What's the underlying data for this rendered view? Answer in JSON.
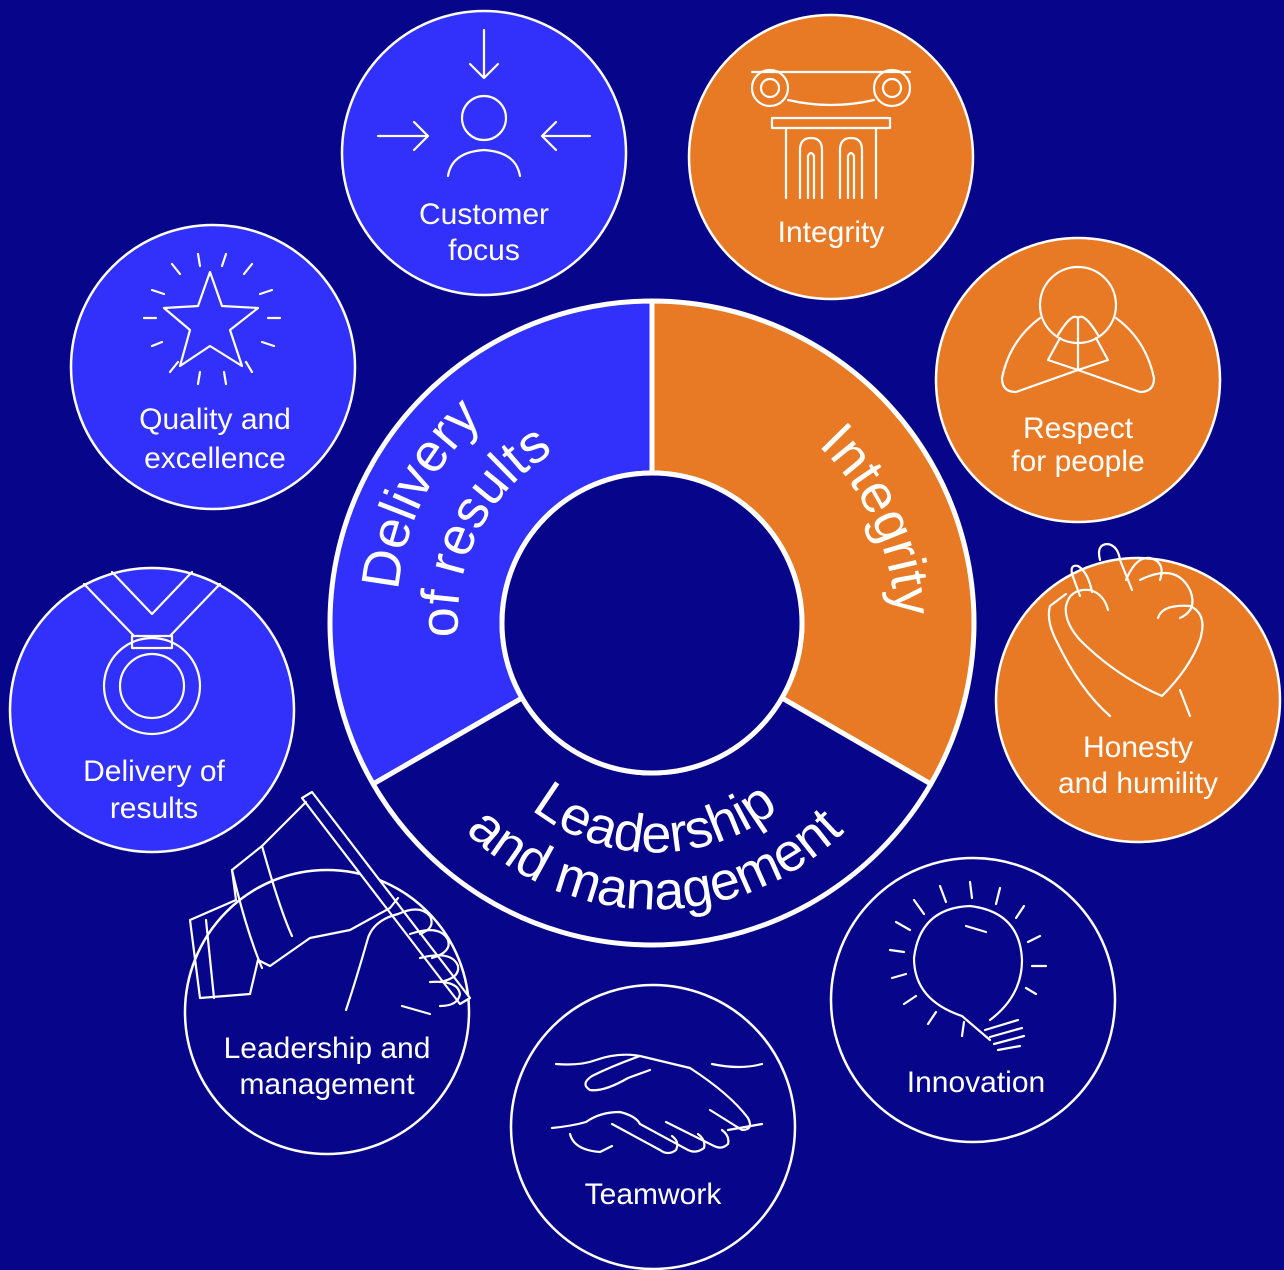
{
  "colors": {
    "background": "#07068a",
    "blue": "#3131fb",
    "orange": "#e87a25",
    "navy": "#07068a",
    "line": "#ffffff"
  },
  "wheel": {
    "segments": [
      {
        "lines": [
          "Delivery",
          "of results"
        ],
        "color": "blue"
      },
      {
        "lines": [
          "Integrity"
        ],
        "color": "orange"
      },
      {
        "lines": [
          "Leadership",
          "and management"
        ],
        "color": "navy"
      }
    ]
  },
  "values": [
    {
      "id": "customer-focus",
      "lines": [
        "Customer",
        "focus"
      ],
      "color": "blue",
      "icon": "person-arrows-icon"
    },
    {
      "id": "integrity",
      "lines": [
        "Integrity"
      ],
      "color": "orange",
      "icon": "column-icon"
    },
    {
      "id": "respect-for-people",
      "lines": [
        "Respect",
        "for people"
      ],
      "color": "orange",
      "icon": "praying-hands-icon"
    },
    {
      "id": "honesty-and-humility",
      "lines": [
        "Honesty",
        "and humility"
      ],
      "color": "orange",
      "icon": "hand-heart-icon"
    },
    {
      "id": "innovation",
      "lines": [
        "Innovation"
      ],
      "color": "navy",
      "icon": "lightbulb-icon"
    },
    {
      "id": "teamwork",
      "lines": [
        "Teamwork"
      ],
      "color": "navy",
      "icon": "handshake-icon"
    },
    {
      "id": "leadership-and-management",
      "lines": [
        "Leadership and",
        "management"
      ],
      "color": "navy",
      "icon": "hand-flag-icon"
    },
    {
      "id": "delivery-of-results",
      "lines": [
        "Delivery of",
        "results"
      ],
      "color": "blue",
      "icon": "medal-icon"
    },
    {
      "id": "quality-and-excellence",
      "lines": [
        "Quality and",
        "excellence"
      ],
      "color": "blue",
      "icon": "shining-star-icon"
    }
  ]
}
